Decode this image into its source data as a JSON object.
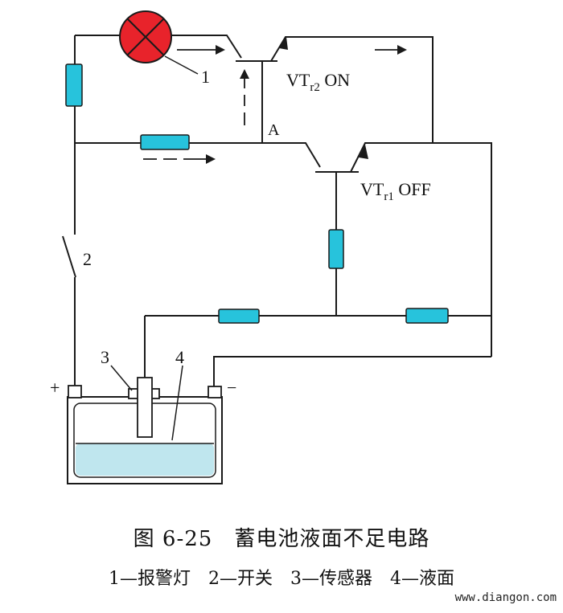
{
  "diagram": {
    "labels": {
      "lamp_ref": "1",
      "switch_ref": "2",
      "sensor_ref": "3",
      "level_ref": "4",
      "node_a": "A",
      "vt2_prefix": "VT",
      "vt2_sub": "r2",
      "vt2_state": " ON",
      "vt1_prefix": "VT",
      "vt1_sub": "r1",
      "vt1_state": " OFF",
      "plus": "+",
      "minus": "−"
    },
    "colors": {
      "lamp": "#e8232b",
      "resistor": "#27c3dc",
      "electrolyte": "#bfe6ee",
      "wire": "#1a1a1a"
    }
  },
  "caption": {
    "title": "图 6-25　蓄电池液面不足电路",
    "legend": "1—报警灯　2—开关　3—传感器　4—液面"
  },
  "watermark": "www.diangon.com"
}
